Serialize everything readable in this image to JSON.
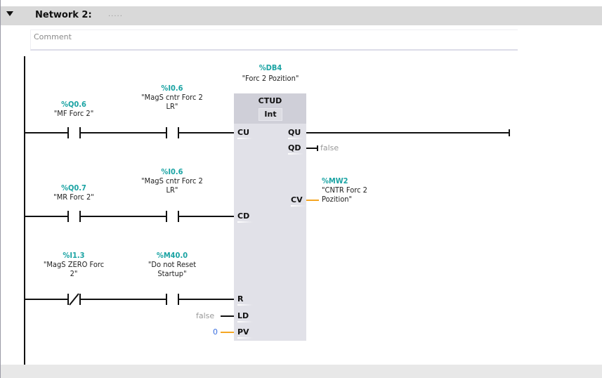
{
  "network": {
    "title": "Network 2:",
    "title_placeholder": ".....",
    "comment": "Comment"
  },
  "instance": {
    "address": "%DB4",
    "name": "\"Forc 2 Pozition\""
  },
  "block": {
    "type": "CTUD",
    "datatype": "Int",
    "inputs": {
      "cu": "CU",
      "cd": "CD",
      "r": "R",
      "ld": "LD",
      "pv": "PV"
    },
    "outputs": {
      "qu": "QU",
      "qd": "QD",
      "cv": "CV"
    }
  },
  "contacts": [
    {
      "address": "%Q0.6",
      "name_line1": "\"MF Forc 2\"",
      "name_line2": "",
      "type": "normally-open"
    },
    {
      "address": "%I0.6",
      "name_line1": "\"MagS cntr Forc 2",
      "name_line2": "LR\"",
      "type": "normally-open"
    },
    {
      "address": "%Q0.7",
      "name_line1": "\"MR Forc 2\"",
      "name_line2": "",
      "type": "normally-open"
    },
    {
      "address": "%I0.6",
      "name_line1": "\"MagS cntr Forc 2",
      "name_line2": "LR\"",
      "type": "normally-open"
    },
    {
      "address": "%I1.3",
      "name_line1": "\"MagS ZERO Forc",
      "name_line2": "2\"",
      "type": "normally-closed"
    },
    {
      "address": "%M40.0",
      "name_line1": "\"Do not Reset",
      "name_line2": "Startup\"",
      "type": "normally-open"
    }
  ],
  "parameters": {
    "qd_value": "false",
    "ld_value": "false",
    "pv_value": "0",
    "cv_address": "%MW2",
    "cv_name_line1": "\"CNTR Forc 2",
    "cv_name_line2": "Pozition\""
  },
  "colors": {
    "address": "#1aa3a3",
    "int_wire": "#f5a623",
    "constant": "#3b6fe0"
  }
}
